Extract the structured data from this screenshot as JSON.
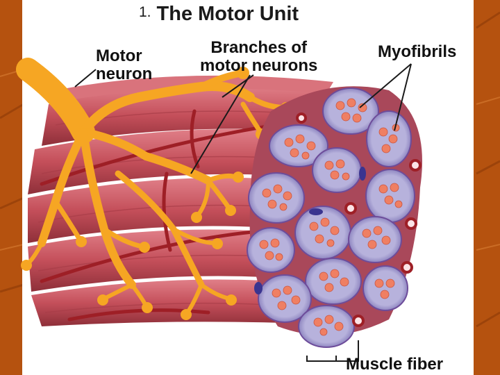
{
  "title": {
    "number": "1.",
    "text": "The Motor Unit"
  },
  "labels": {
    "motor_neuron": [
      "Motor",
      "neuron"
    ],
    "branches": [
      "Branches of",
      "motor neurons"
    ],
    "myofibrils": "Myofibrils",
    "muscle_fiber": "Muscle fiber"
  },
  "colors": {
    "slide_background": "#b5520f",
    "nerve": "#f6a623",
    "muscle": "#c5505a",
    "fiber_ring": "#8f86c4",
    "myofibril": "#ef7f63",
    "vessel": "#9e1f26"
  }
}
